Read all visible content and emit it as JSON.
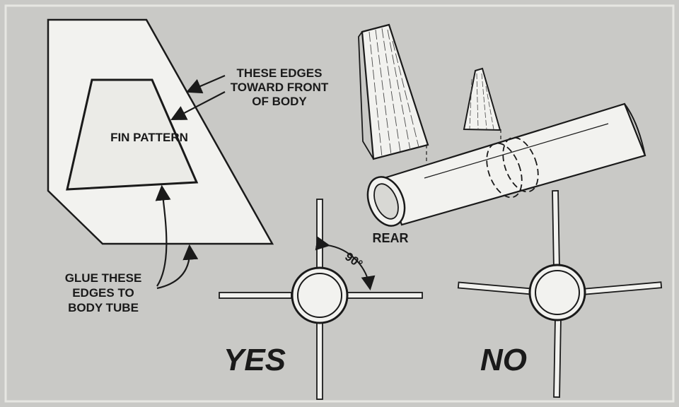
{
  "labels": {
    "edges_front": [
      "THESE EDGES",
      "TOWARD FRONT",
      "OF BODY"
    ],
    "fin_pattern": "FIN PATTERN",
    "glue_edges": [
      "GLUE THESE",
      "EDGES TO",
      "BODY TUBE"
    ],
    "rear": "REAR",
    "angle": "90°",
    "yes": "YES",
    "no": "NO"
  },
  "colors": {
    "paper": "#c9c9c6",
    "ink": "#1a1a1a",
    "fill": "#f2f2ef"
  }
}
